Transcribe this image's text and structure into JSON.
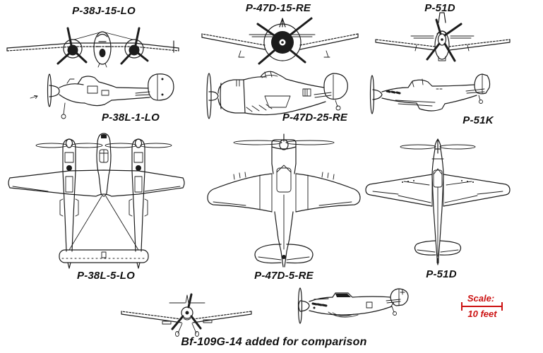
{
  "colors": {
    "background": "#ffffff",
    "ink": "#1c1c1c",
    "scale_red": "#cc1111"
  },
  "labels": {
    "p38_front": "P-38J-15-LO",
    "p47_front": "P-47D-15-RE",
    "p51_front": "P-51D",
    "p38_side": "P-38L-1-LO",
    "p47_side": "P-47D-25-RE",
    "p51_side": "P-51K",
    "p38_top": "P-38L-5-LO",
    "p47_top": "P-47D-5-RE",
    "p51_top": "P-51D",
    "bf109_caption": "Bf-109G-14 added for comparison"
  },
  "scale": {
    "title": "Scale:",
    "value": "10 feet"
  }
}
